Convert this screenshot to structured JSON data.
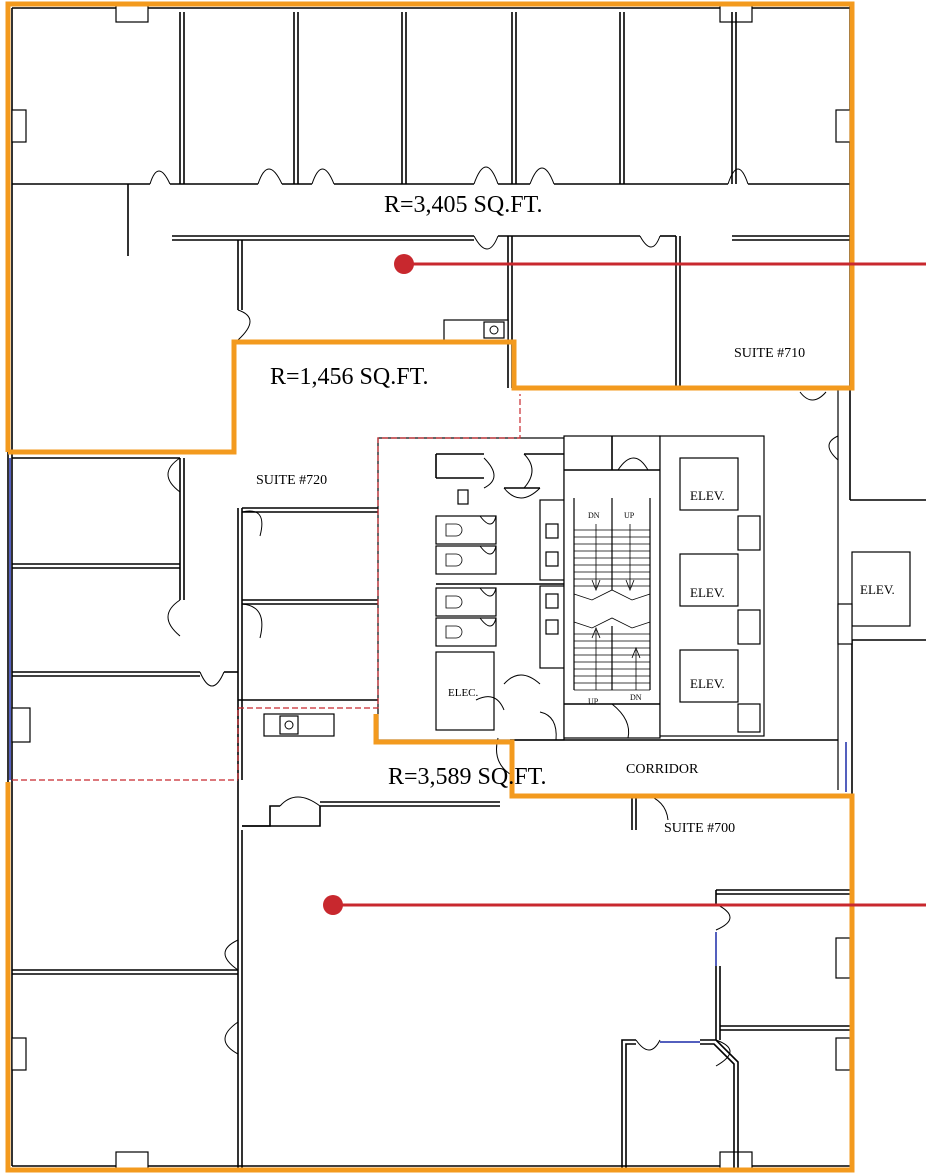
{
  "accent_colors": {
    "boundary": "#F39A1E",
    "leader": "#C8282E",
    "blue_wall": "#1A2AA8"
  },
  "areas": {
    "top": "R=3,405 SQ.FT.",
    "middle": "R=1,456 SQ.FT.",
    "bottom": "R=3,589 SQ.FT."
  },
  "suites": {
    "s710": "SUITE #710",
    "s720": "SUITE #720",
    "s700": "SUITE #700"
  },
  "corridor": "CORRIDOR",
  "elevators": [
    "ELEV.",
    "ELEV.",
    "ELEV.",
    "ELEV."
  ],
  "elec_room": "ELEC.",
  "stairs": {
    "dn_top": "DN",
    "up_top": "UP",
    "up_bottom": "UP",
    "dn_bottom": "DN"
  }
}
